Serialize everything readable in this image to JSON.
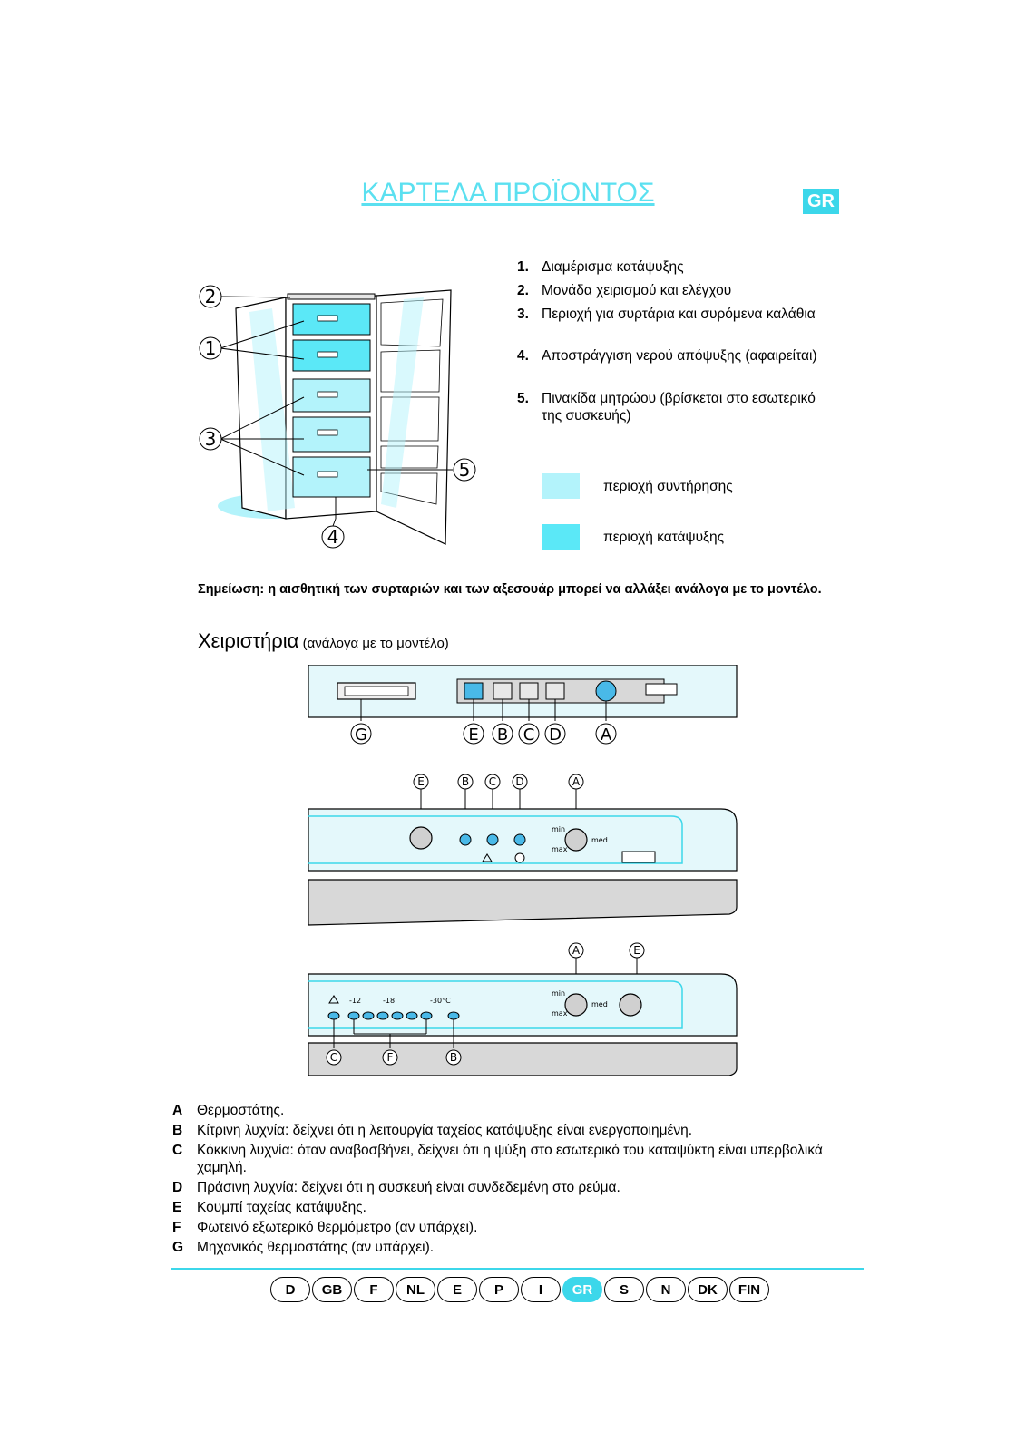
{
  "header": {
    "title": "ΚΑΡΤΕΛΑ ΠΡΟΪΟΝΤΟΣ",
    "lang_badge": "GR"
  },
  "parts": [
    {
      "num": "1.",
      "text": "Διαμέρισμα κατάψυξης"
    },
    {
      "num": "2.",
      "text": "Μονάδα χειρισμού και ελέγχου"
    },
    {
      "num": "3.",
      "text": "Περιοχή για συρτάρια και συρόμενα καλάθια"
    },
    {
      "num": "4.",
      "text": "Αποστράγγιση νερού απόψυξης (αφαιρείται)"
    },
    {
      "num": "5.",
      "text": "Πινακίδα μητρώου (βρίσκεται στο εσωτερικό της συσκευής)"
    }
  ],
  "legend": {
    "storage": {
      "label": "περιοχή συντήρησης",
      "color": "#b3f3fb"
    },
    "freezer": {
      "label": "περιοχή κατάψυξης",
      "color": "#5be8f7"
    }
  },
  "figure_numbers": [
    "2",
    "1",
    "3",
    "5",
    "4"
  ],
  "note": "Σημείωση: η αισθητική των συρταριών και των αξεσουάρ μπορεί να αλλάξει ανάλογα με το μοντέλο.",
  "controls": {
    "heading_big": "Χειριστήρια",
    "heading_small": " (ανάλογα με το μοντέλο)"
  },
  "panel1_labels": [
    "G",
    "E",
    "B",
    "C",
    "D",
    "A"
  ],
  "panel2": {
    "labels": [
      "E",
      "B",
      "C",
      "D",
      "A"
    ],
    "min": "min",
    "med": "med",
    "max": "max"
  },
  "panel3": {
    "top_labels": [
      "A",
      "E"
    ],
    "bottom_labels": [
      "C",
      "F",
      "B"
    ],
    "scale": [
      "-12",
      "-18",
      "-30°C"
    ],
    "min": "min",
    "med": "med",
    "max": "max"
  },
  "descriptions": [
    {
      "letter": "A",
      "text": "Θερμοστάτης."
    },
    {
      "letter": "B",
      "text": "Κίτρινη λυχνία: δείχνει ότι η λειτουργία ταχείας κατάψυξης είναι ενεργοποιημένη."
    },
    {
      "letter": "C",
      "text": "Κόκκινη λυχνία: όταν αναβοσβήνει, δείχνει ότι η ψύξη στο εσωτερικό του καταψύκτη είναι υπερβολικά χαμηλή."
    },
    {
      "letter": "D",
      "text": "Πράσινη λυχνία: δείχνει ότι η συσκευή είναι συνδεδεμένη στο ρεύμα."
    },
    {
      "letter": "E",
      "text": "Κουμπί ταχείας κατάψυξης."
    },
    {
      "letter": "F",
      "text": "Φωτεινό εξωτερικό θερμόμετρο (αν υπάρχει)."
    },
    {
      "letter": "G",
      "text": "Μηχανικός θερμοστάτης (αν υπάρχει)."
    }
  ],
  "languages": [
    {
      "code": "D",
      "active": false
    },
    {
      "code": "GB",
      "active": false
    },
    {
      "code": "F",
      "active": false
    },
    {
      "code": "NL",
      "active": false
    },
    {
      "code": "E",
      "active": false
    },
    {
      "code": "P",
      "active": false
    },
    {
      "code": "I",
      "active": false
    },
    {
      "code": "GR",
      "active": true
    },
    {
      "code": "S",
      "active": false
    },
    {
      "code": "N",
      "active": false
    },
    {
      "code": "DK",
      "active": false
    },
    {
      "code": "FIN",
      "active": false
    }
  ]
}
